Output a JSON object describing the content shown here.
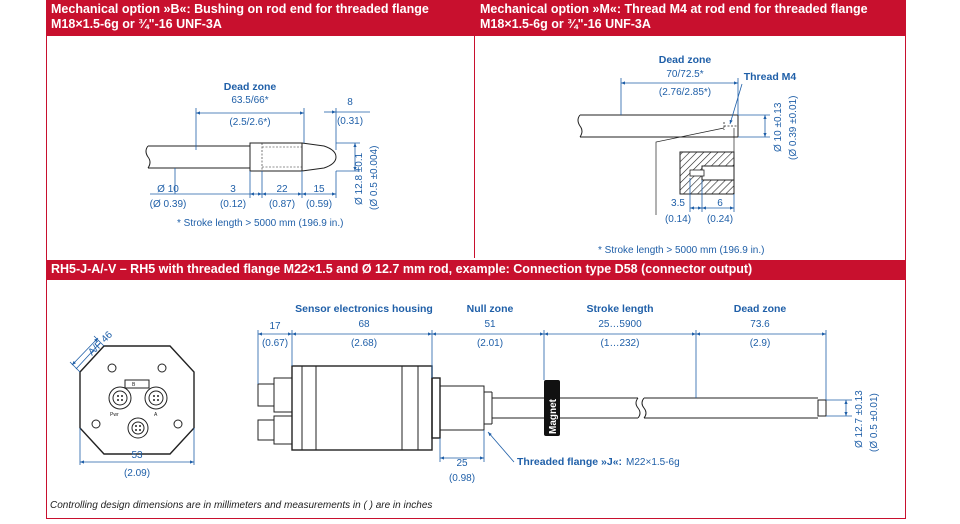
{
  "headers": {
    "option_b_line1": "Mechanical option »B«: Bushing on rod end for threaded flange",
    "option_b_line2": "M18×1.5-6g or ¾\"-16 UNF-3A",
    "option_m_line1": "Mechanical option »M«: Thread M4 at rod end for threaded flange",
    "option_m_line2": "M18×1.5-6g or ¾\"-16 UNF-3A",
    "rh5": "RH5-J-A/-V – RH5 with threaded flange M22×1.5 and Ø 12.7 mm rod, example: Connection type D58 (connector output)"
  },
  "option_b": {
    "dead_zone_label": "Dead zone",
    "dead_zone_mm": "63.5/66*",
    "dead_zone_in": "(2.5/2.6*)",
    "dim_8": "8",
    "dim_8_in": "(0.31)",
    "dia_10": "Ø 10",
    "dia_10_in": "(Ø 0.39)",
    "dim_3": "3",
    "dim_3_in": "(0.12)",
    "dim_22": "22",
    "dim_22_in": "(0.87)",
    "dim_15": "15",
    "dim_15_in": "(0.59)",
    "dia_12_8": "Ø 12.8 ±0.1",
    "dia_12_8_in": "(Ø 0.5 ±0.004)",
    "note": "* Stroke length > 5000 mm (196.9 in.)"
  },
  "option_m": {
    "dead_zone_label": "Dead zone",
    "dead_zone_mm": "70/72.5*",
    "dead_zone_in": "(2.76/2.85*)",
    "thread_label": "Thread M4",
    "dia_10": "Ø 10 ±0.13",
    "dia_10_in": "(Ø 0.39 ±0.01)",
    "dim_3_5": "3.5",
    "dim_3_5_in": "(0.14)",
    "dim_6": "6",
    "dim_6_in": "(0.24)",
    "note": "* Stroke length > 5000 mm (196.9 in.)"
  },
  "rh5": {
    "af_label": "A/F 46",
    "dim_53": "53",
    "dim_53_in": "(2.09)",
    "dim_17": "17",
    "dim_17_in": "(0.67)",
    "sensor_housing_label": "Sensor electronics housing",
    "dim_68": "68",
    "dim_68_in": "(2.68)",
    "null_zone_label": "Null zone",
    "dim_51": "51",
    "dim_51_in": "(2.01)",
    "stroke_label": "Stroke length",
    "stroke_mm": "25…5900",
    "stroke_in": "(1…232)",
    "dead_zone_label": "Dead zone",
    "dead_zone_mm": "73.6",
    "dead_zone_in": "(2.9)",
    "magnet_label": "Magnet",
    "dim_25": "25",
    "dim_25_in": "(0.98)",
    "flange_label": "Threaded flange »J«:",
    "flange_value": "M22×1.5-6g",
    "dia_12_7": "Ø 12.7 ±0.13",
    "dia_12_7_in": "(Ø 0.5 ±0.01)",
    "conn_pwr": "Pwr",
    "conn_a": "A",
    "conn_b": "B"
  },
  "footer_note": "Controlling design dimensions are in millimeters and measurements in ( ) are in inches"
}
